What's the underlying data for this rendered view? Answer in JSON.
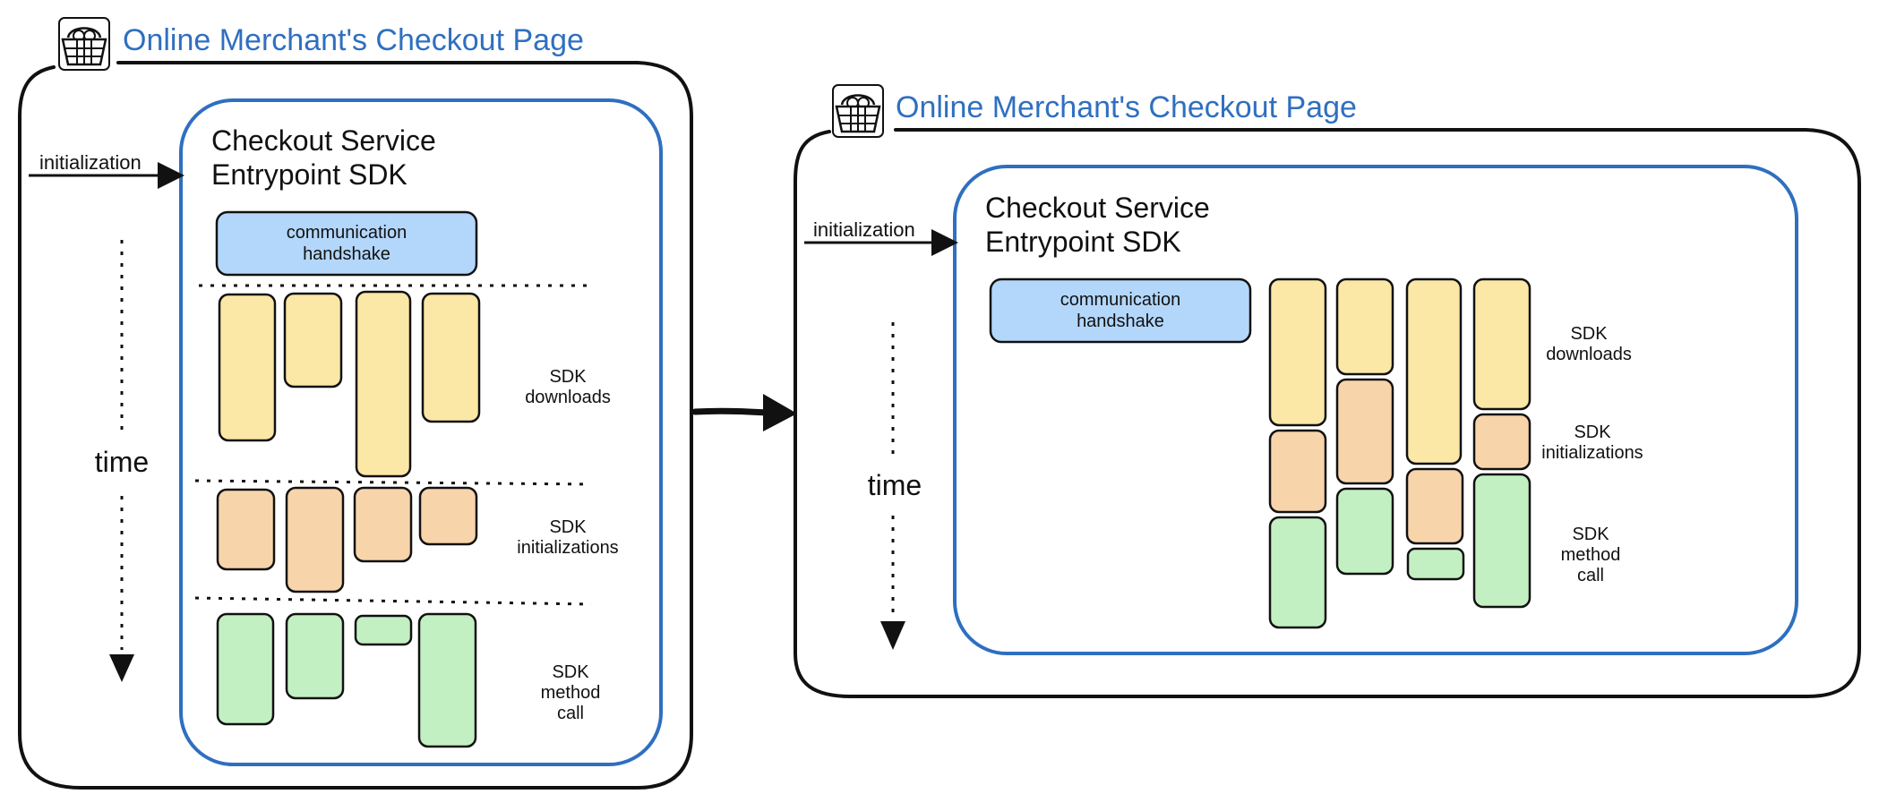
{
  "colors": {
    "title_blue": "#2f6fc0",
    "blue_border": "#2f6fc0",
    "handshake_fill": "#b3d7fb",
    "download_fill": "#fbe7a6",
    "init_fill": "#f8d4aa",
    "method_fill": "#c3f0c2",
    "stroke": "#111111"
  },
  "icons": [
    "shopping-basket-icon",
    "arrow-right-icon",
    "arrow-down-icon"
  ],
  "left_panel": {
    "title": "Online Merchant's Checkout Page",
    "sdk_title_line1": "Checkout Service",
    "sdk_title_line2": "Entrypoint SDK",
    "initialization_label": "initialization",
    "handshake_line1": "communication",
    "handshake_line2": "handshake",
    "time_label": "time",
    "phase_downloads_line1": "SDK",
    "phase_downloads_line2": "downloads",
    "phase_inits_line1": "SDK",
    "phase_inits_line2": "initializations",
    "phase_method_line1": "SDK",
    "phase_method_line2": "method",
    "phase_method_line3": "call"
  },
  "right_panel": {
    "title": "Online Merchant's Checkout Page",
    "sdk_title_line1": "Checkout Service",
    "sdk_title_line2": "Entrypoint SDK",
    "initialization_label": "initialization",
    "handshake_line1": "communication",
    "handshake_line2": "handshake",
    "time_label": "time",
    "phase_downloads_line1": "SDK",
    "phase_downloads_line2": "downloads",
    "phase_inits_line1": "SDK",
    "phase_inits_line2": "initializations",
    "phase_method_line1": "SDK",
    "phase_method_line2": "method",
    "phase_method_line3": "call"
  }
}
